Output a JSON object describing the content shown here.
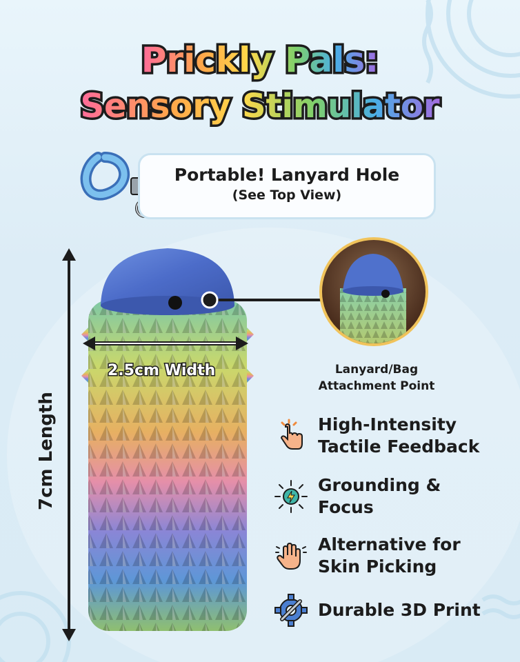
{
  "title": {
    "line1": "Prickly Pals:",
    "line2": "Sensory Stimulator"
  },
  "banner": {
    "headline": "Portable! Lanyard Hole",
    "subline": "(See Top View)"
  },
  "dimensions": {
    "length_label": "7cm Length",
    "width_label": "2.5cm Width"
  },
  "inset": {
    "caption_line1": "Lanyard/Bag",
    "caption_line2": "Attachment Point"
  },
  "features": [
    {
      "icon": "pointing-hand-icon",
      "line1": "High-Intensity",
      "line2": "Tactile Feedback"
    },
    {
      "icon": "grounding-focus-icon",
      "line1": "Grounding &",
      "line2": "Focus"
    },
    {
      "icon": "open-hand-icon",
      "line1": "Alternative for",
      "line2": "Skin Picking"
    },
    {
      "icon": "gear-wrench-icon",
      "line1": "Durable 3D Print",
      "line2": ""
    }
  ],
  "colors": {
    "background": "#dcecf6",
    "accent_gold": "#f0c35b",
    "text": "#1c1c1c"
  }
}
